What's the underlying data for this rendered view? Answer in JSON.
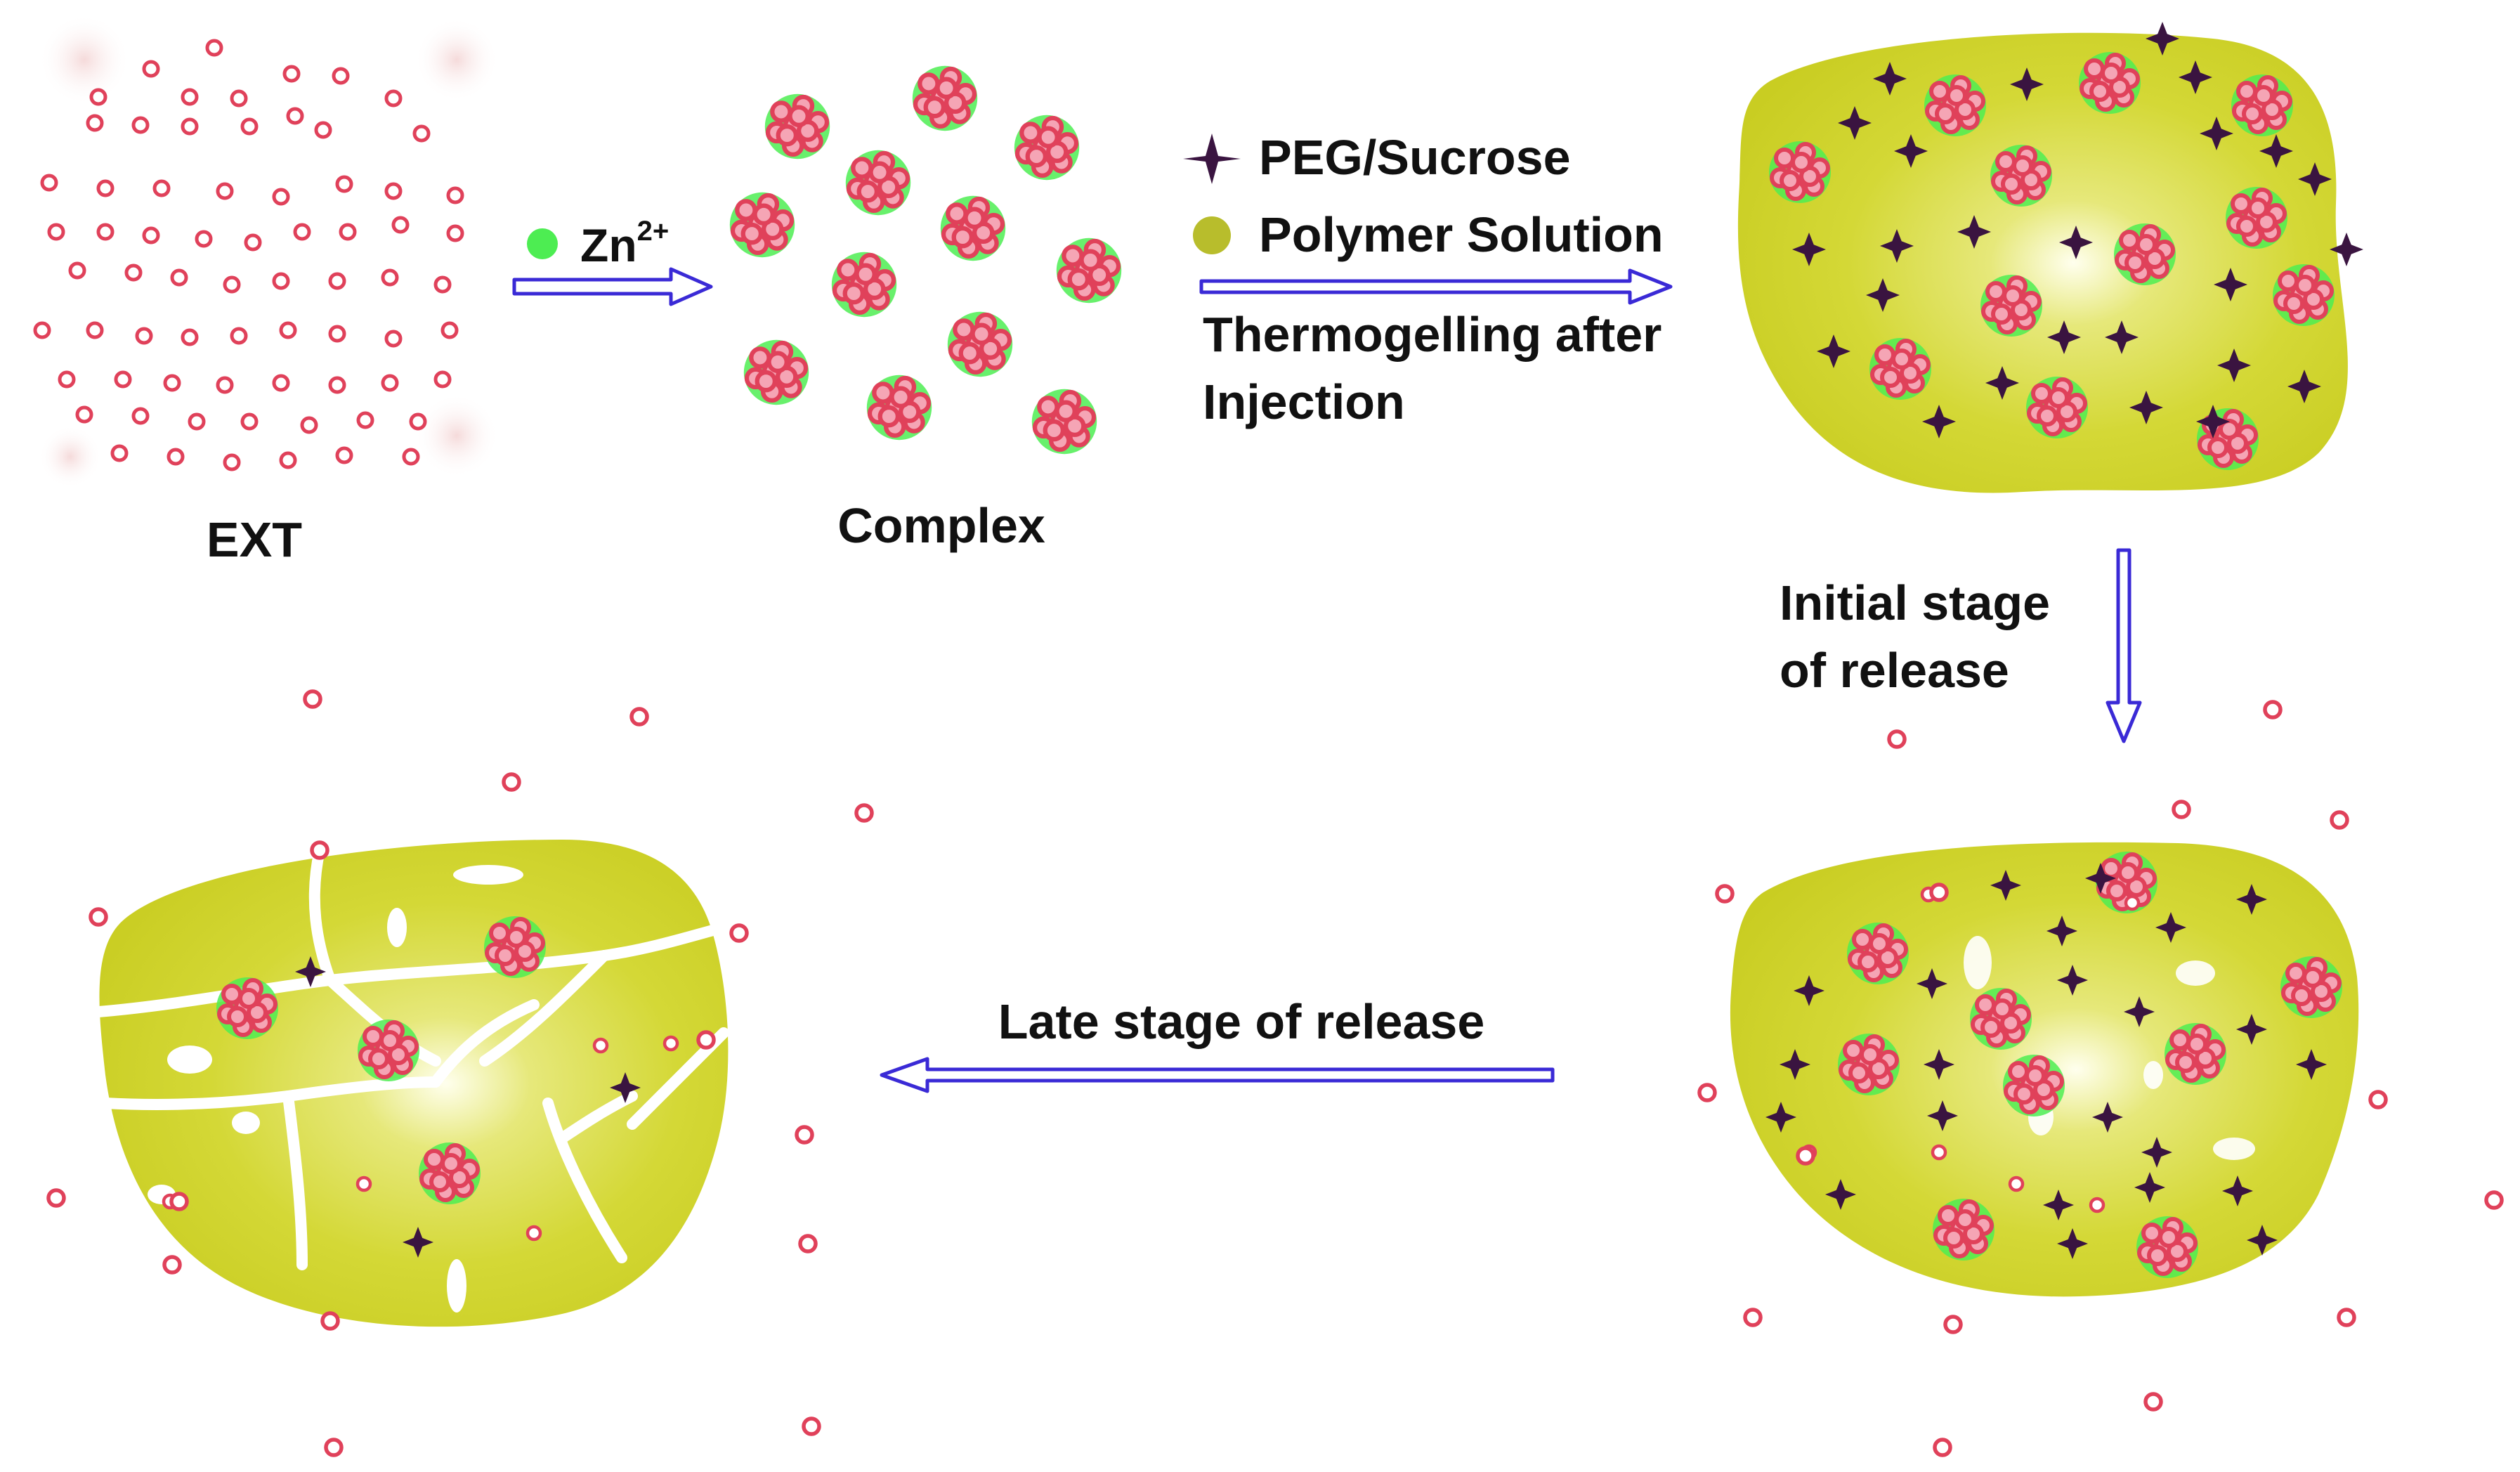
{
  "labels": {
    "ext": "EXT",
    "complex": "Complex",
    "zn_base": "Zn",
    "zn_charge": "2+",
    "peg_sucrose": "PEG/Sucrose",
    "polymer_solution": "Polymer Solution",
    "thermogelling_line1": "Thermogelling after",
    "thermogelling_line2": "Injection",
    "initial_line1": "Initial stage",
    "initial_line2": "of release",
    "late_stage": "Late stage of release"
  },
  "colors": {
    "drug_dot": "#e0415a",
    "zinc": "#4ded52",
    "gel_fill": "#d2d62c",
    "gel_center": "#ffffe8",
    "gel_edge": "#c7cb1e",
    "polymer_dot": "#b8bd2c",
    "peg_cross": "#3a1440",
    "arrow_fill": "#ffffff",
    "arrow_stroke": "#3a2ad6",
    "crack": "#ffffff"
  }
}
